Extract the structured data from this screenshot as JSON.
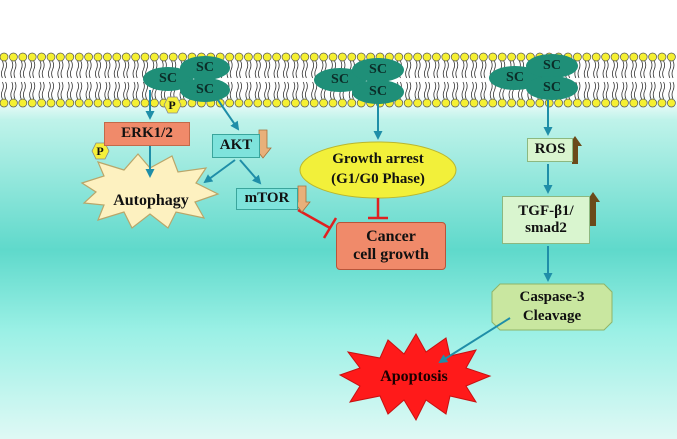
{
  "nodes": {
    "sc_label": "SC",
    "p_label": "P",
    "erk": "ERK1/2",
    "akt": "AKT",
    "mtor": "mTOR",
    "autophagy": "Autophagy",
    "growth_arrest_line1": "Growth arrest",
    "growth_arrest_line2": "(G1/G0 Phase)",
    "cancer_line1": "Cancer",
    "cancer_line2": "cell growth",
    "ros": "ROS",
    "tgf_line1": "TGF-β1/",
    "tgf_line2": "smad2",
    "caspase_line1": "Caspase-3",
    "caspase_line2": "Cleavage",
    "apoptosis": "Apoptosis"
  },
  "colors": {
    "sc_fill": "#1f8f78",
    "arrow": "#1f8ea8",
    "inhibit": "#e02020",
    "erk_fill": "#f08a6a",
    "akt_fill": "#7ee3dc",
    "growth_fill": "#f2f03a",
    "cancer_fill": "#f08a6a",
    "ros_fill": "#d9f5cf",
    "caspase_fill": "#c9e7a0",
    "apoptosis_fill": "#ff1a1a",
    "autophagy_fill": "#fdf1c0",
    "phospho_fill": "#f5f03a",
    "arrow_up": "#6b4a1a",
    "arrow_down": "#e8b07a"
  },
  "indicators": {
    "akt": "down-arrow-icon",
    "mtor": "down-arrow-icon",
    "ros": "up-arrow-icon",
    "tgf": "up-arrow-icon"
  }
}
